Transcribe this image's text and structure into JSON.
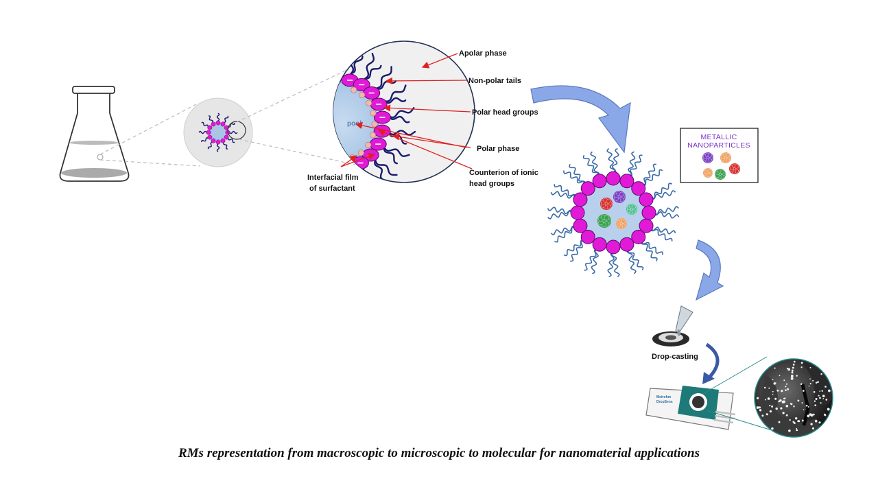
{
  "labels": {
    "apolar_phase": "Apolar phase",
    "non_polar_tails": "Non-polar tails",
    "polar_head_groups": "Polar head groups",
    "polar_phase": "Polar phase",
    "counterion_line1": "Counterion of ionic",
    "counterion_line2": "head groups",
    "interfacial_line1": "Interfacial film",
    "interfacial_line2": "of surfactant",
    "pool": "pool",
    "metallic_line1": "METALLIC",
    "metallic_line2": "NANOPARTICLES",
    "drop_casting": "Drop-casting",
    "electrode_brand_line1": "Metrohm",
    "electrode_brand_line2": "DropSens"
  },
  "caption": "RMs representation from macroscopic to microscopic to molecular  for nanomaterial applications",
  "colors": {
    "head_group": "#e01ad6",
    "head_group_stroke": "#5a0a6e",
    "tail": "#1a1a6e",
    "counterion": "#f2b8b0",
    "pool": "#bcd4ec",
    "arrow_fill": "#8aa8e8",
    "annotation_arrow": "#e02020",
    "np_purple": "#7b3fc4",
    "np_orange": "#f0a060",
    "np_green": "#3aa050",
    "np_red": "#d83030",
    "np_teal": "#50c090"
  }
}
